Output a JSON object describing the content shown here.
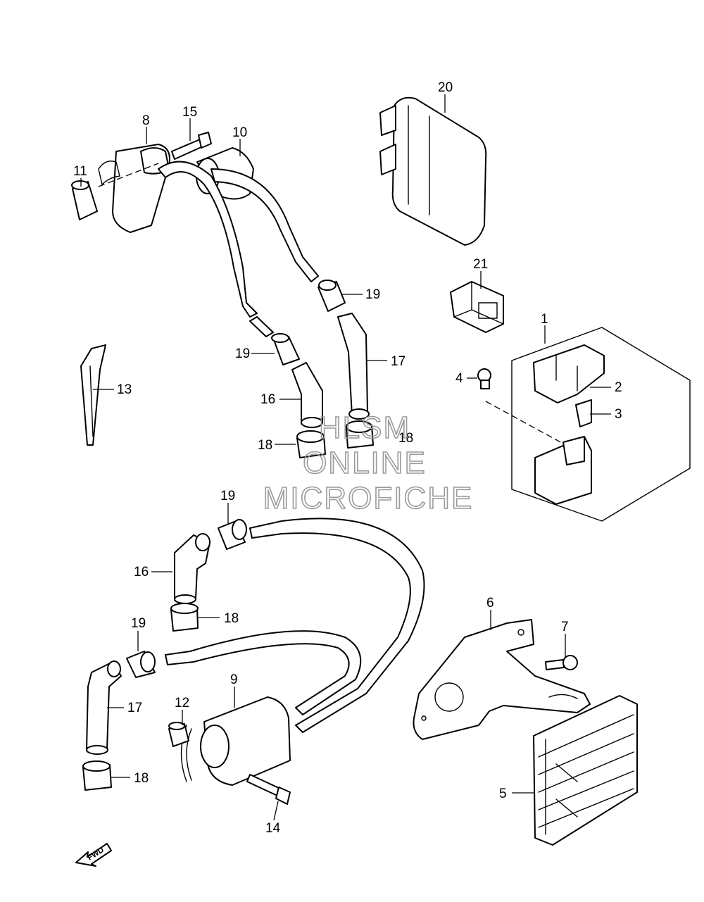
{
  "callouts": {
    "n1": "1",
    "n2": "2",
    "n3": "3",
    "n4": "4",
    "n5": "5",
    "n6": "6",
    "n7": "7",
    "n8": "8",
    "n9": "9",
    "n10": "10",
    "n11": "11",
    "n12": "12",
    "n13": "13",
    "n14": "14",
    "n15": "15",
    "n16a": "16",
    "n16b": "16",
    "n17a": "17",
    "n17b": "17",
    "n18a": "18",
    "n18b": "18",
    "n18c": "18",
    "n18d": "18",
    "n19a": "19",
    "n19b": "19",
    "n19c": "19",
    "n19d": "19",
    "n20": "20",
    "n21": "21"
  },
  "watermark": {
    "line1": "HLSM",
    "line2": "ONLINE",
    "line3": "MICROFICHE"
  },
  "direction_arrow": {
    "label": "FWD"
  }
}
